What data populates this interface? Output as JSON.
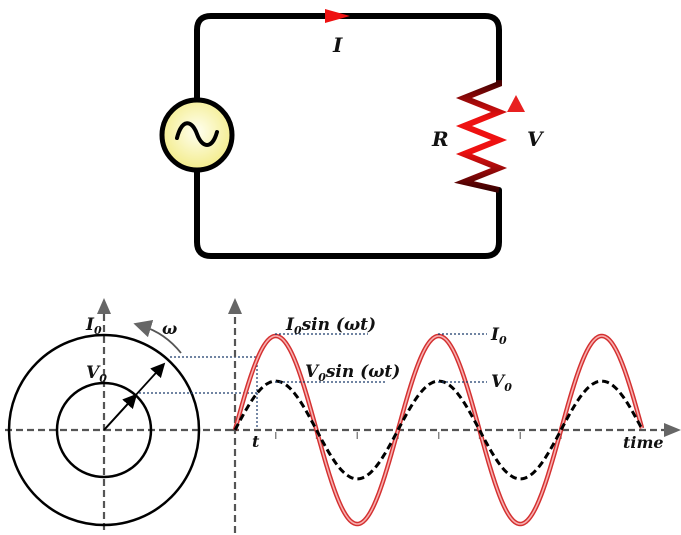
{
  "title": "AC circuit with resistor: phasor and waveform diagram",
  "circuit": {
    "source_symbol": "ac-source",
    "current_label": "I",
    "resistor_label": "R",
    "voltage_label": "V",
    "colors": {
      "wire": "#000000",
      "source_fill": "#f7f3a0",
      "current_arrow": "#ee1111",
      "resistor": "#e01010"
    }
  },
  "phasor": {
    "outer_label": {
      "main": "I",
      "sub": "0"
    },
    "inner_label": {
      "main": "V",
      "sub": "0"
    },
    "angular_velocity_label": "ω",
    "angle_deg": 45,
    "ratio_inner_to_outer": 0.5
  },
  "chart_data": {
    "type": "line",
    "title": "",
    "xlabel": "time",
    "ylabel": "",
    "t_marker_label": "t",
    "periods": 2.5,
    "series": [
      {
        "name": "I0 sin(ωt)",
        "label_main": "I",
        "label_sub": "0",
        "label_rest": "sin (ωt)",
        "peak_label_main": "I",
        "peak_label_sub": "0",
        "amplitude": 1.0,
        "style": "solid",
        "color": "#e84545"
      },
      {
        "name": "V0 sin(ωt)",
        "label_main": "V",
        "label_sub": "0",
        "label_rest": "sin (ωt)",
        "peak_label_main": "V",
        "peak_label_sub": "0",
        "amplitude": 0.52,
        "style": "dashed",
        "color": "#000000"
      }
    ],
    "x_ticks": 8,
    "grid": false
  }
}
